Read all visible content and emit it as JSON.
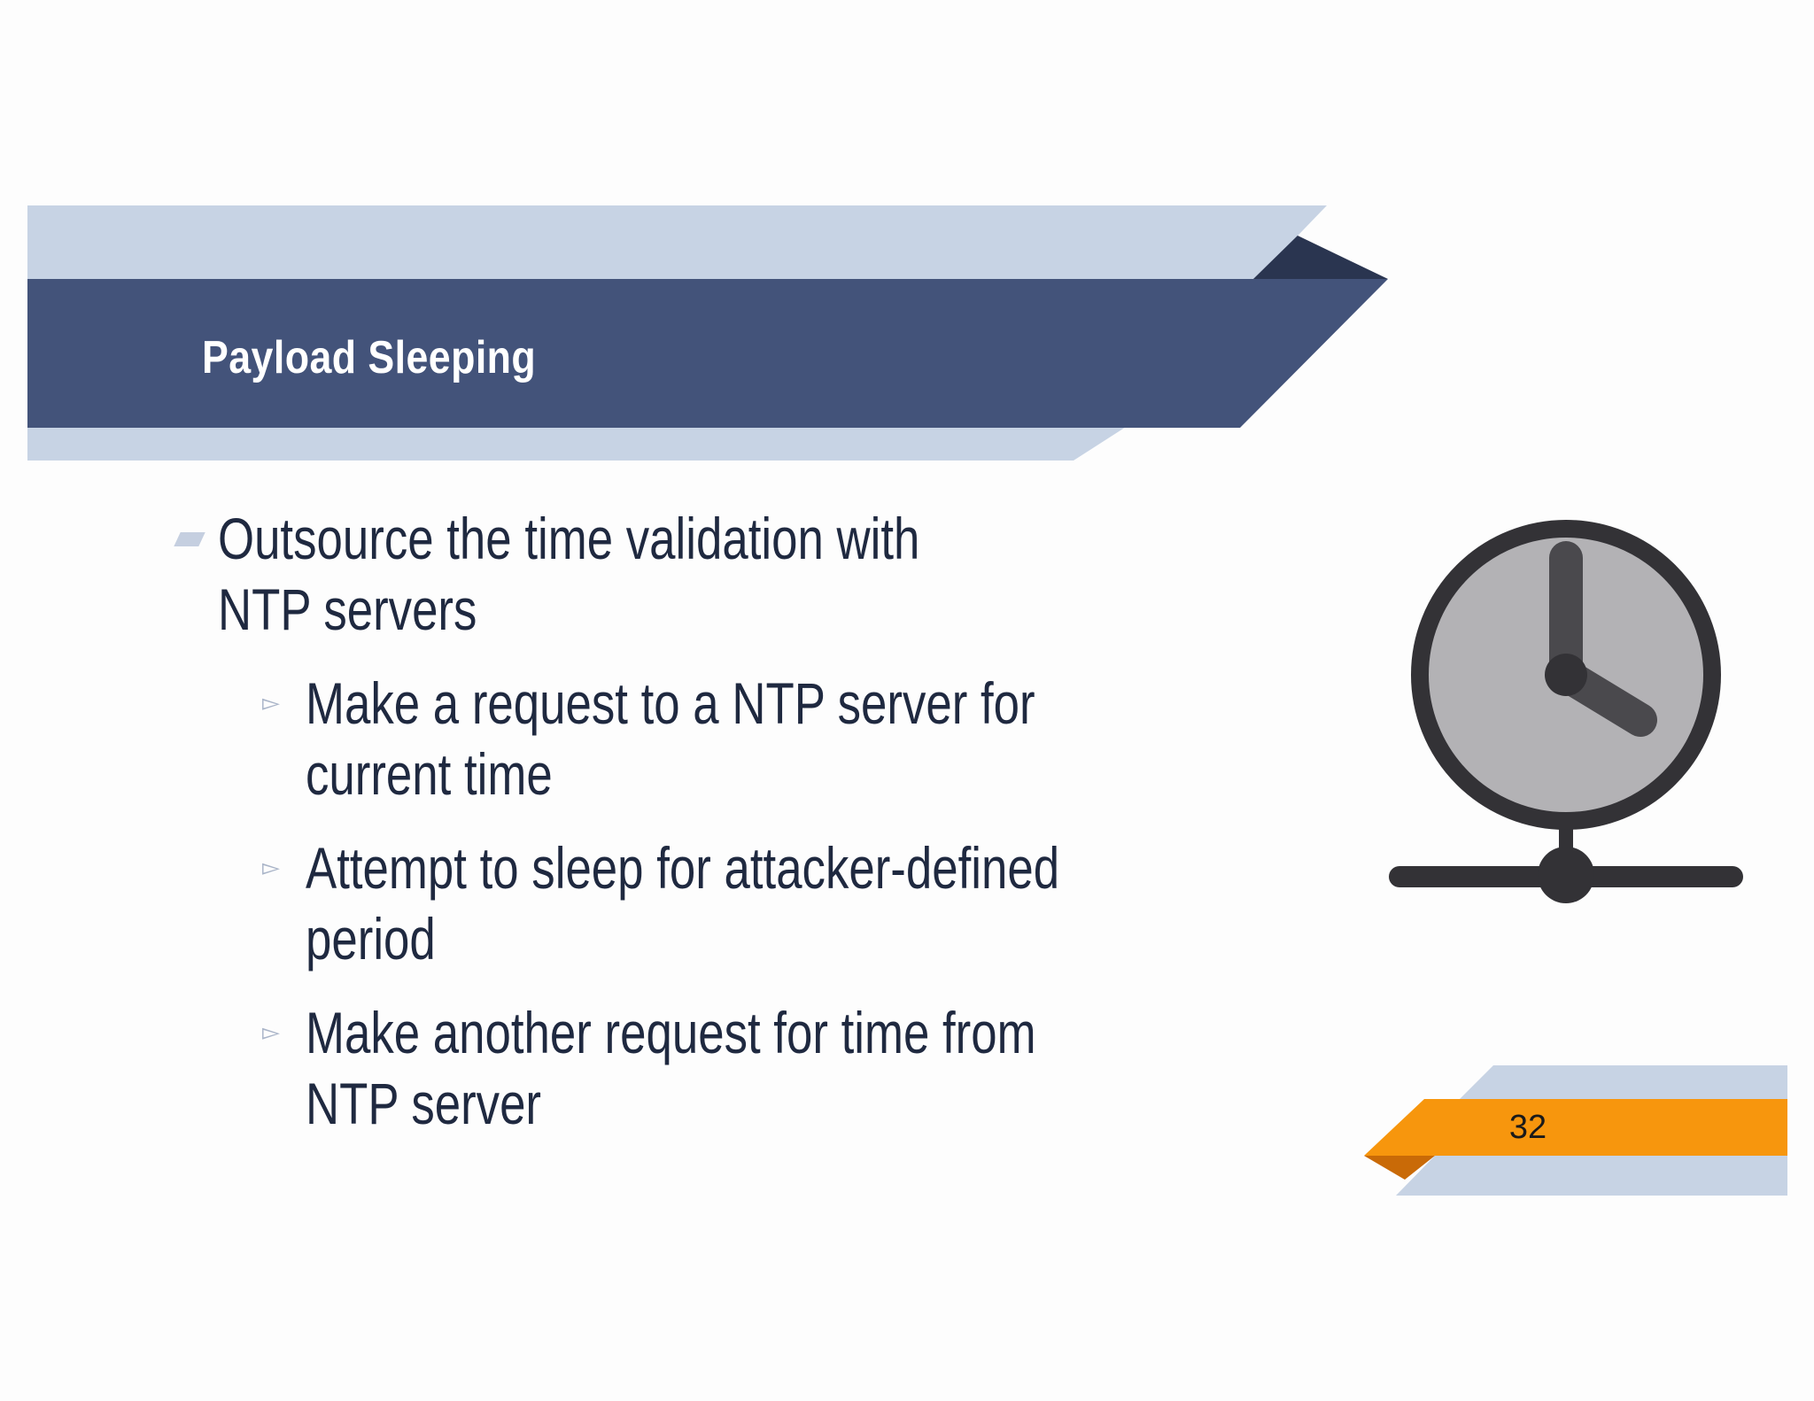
{
  "slide": {
    "title": "Payload Sleeping",
    "page_number": "32",
    "bullets": [
      {
        "text": "Outsource the time validation with NTP servers",
        "sub_bullets": [
          "Make a request to a NTP server for current time",
          "Attempt to sleep for attacker-defined period",
          "Make another request for time from NTP server"
        ]
      }
    ]
  },
  "icons": {
    "main_bullet_marker": "dash-marker",
    "sub_bullet_marker": "triangle-right-outline-icon",
    "illustration": "network-clock-icon"
  },
  "colors": {
    "title_band": "#43537a",
    "title_band_light": "#c7d3e4",
    "title_band_dark": "#2a3550",
    "page_badge": "#f7960d",
    "page_badge_dark": "#c96a07",
    "text": "#1f2940",
    "clock_face": "#b3b2b5",
    "clock_stroke": "#333236"
  }
}
